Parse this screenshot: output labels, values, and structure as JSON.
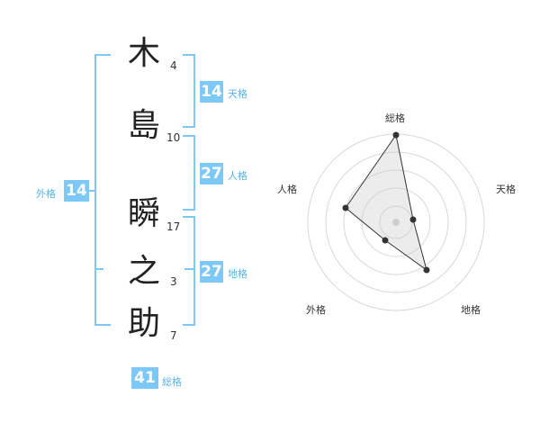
{
  "kanji": [
    {
      "char": "木",
      "strokes": "4"
    },
    {
      "char": "島",
      "strokes": "10"
    },
    {
      "char": "瞬",
      "strokes": "17"
    },
    {
      "char": "之",
      "strokes": "3"
    },
    {
      "char": "助",
      "strokes": "7"
    }
  ],
  "kakusu": {
    "tenkaku": {
      "value": "14",
      "label": "天格"
    },
    "jinkaku": {
      "value": "27",
      "label": "人格"
    },
    "chikaku": {
      "value": "27",
      "label": "地格"
    },
    "gaikaku": {
      "value": "14",
      "label": "外格"
    },
    "soukaku": {
      "value": "41",
      "label": "総格"
    }
  },
  "radar": {
    "labels": {
      "top": "総格",
      "right": "天格",
      "bottom_right": "地格",
      "bottom_left": "外格",
      "left": "人格"
    }
  },
  "colors": {
    "accent": "#7cc8f6",
    "label": "#56b4e9"
  }
}
